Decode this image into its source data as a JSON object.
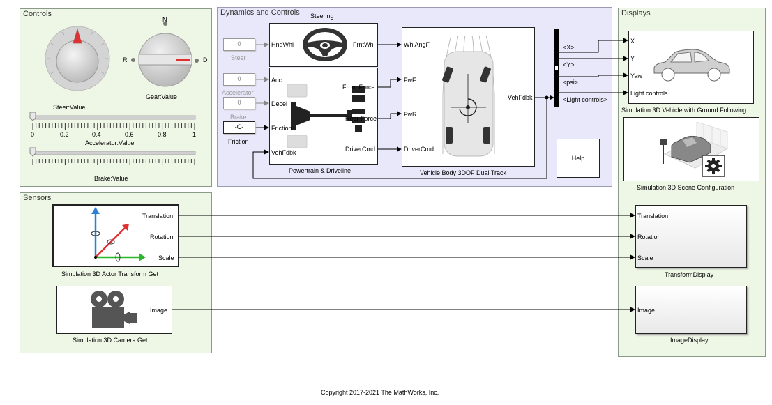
{
  "areas": {
    "controls": "Controls",
    "dynamics": "Dynamics and Controls",
    "displays": "Displays",
    "sensors": "Sensors"
  },
  "controls": {
    "steer_value": "Steer:Value",
    "gear_n": "N",
    "gear_r": "R",
    "gear_d": "D",
    "gear_value": "Gear:Value",
    "slider_ticks": [
      "0",
      "0.2",
      "0.4",
      "0.6",
      "0.8",
      "1"
    ],
    "accelerator_value": "Accelerator:Value",
    "brake_value": "Brake:Value"
  },
  "dynamics": {
    "steering_title": "Steering",
    "steer_const": "0",
    "steer_label": "Steer",
    "accel_const": "0",
    "accel_label": "Accelerator",
    "brake_const": "0",
    "brake_label": "Brake",
    "friction_const": "-C-",
    "friction_label": "Friction",
    "port_hndwhl": "HndWhl",
    "port_frntwhl": "FrntWhl",
    "port_acc": "Acc",
    "port_decel": "Decel",
    "port_friction": "Friction",
    "port_vehfdbk_in": "VehFdbk",
    "port_front_force": "Front Force",
    "port_rear_force": "Rear Force",
    "port_drivercmd_out": "DriverCmd",
    "powertrain_caption": "Powertrain & Driveline",
    "port_whlangf": "WhlAngF",
    "port_fwf": "FwF",
    "port_fwr": "FwR",
    "port_drivercmd_in": "DriverCmd",
    "port_vehfdbk_out": "VehFdbk",
    "vehicle_caption": "Vehicle Body 3DOF Dual Track",
    "bus_x": "<X>",
    "bus_y": "<Y>",
    "bus_psi": "<psi>",
    "bus_light": "<Light controls>",
    "help_label": "Help"
  },
  "displays": {
    "port_x": "X",
    "port_y": "Y",
    "port_yaw": "Yaw",
    "port_light": "Light controls",
    "vehicle3d_caption": "Simulation 3D Vehicle with Ground Following",
    "scene_caption": "Simulation 3D Scene Configuration",
    "td_translation": "Translation",
    "td_rotation": "Rotation",
    "td_scale": "Scale",
    "transform_caption": "TransformDisplay",
    "id_image": "Image",
    "image_caption": "ImageDisplay"
  },
  "sensors": {
    "port_translation": "Translation",
    "port_rotation": "Rotation",
    "port_scale": "Scale",
    "actor_caption": "Simulation 3D Actor Transform Get",
    "port_image": "Image",
    "camera_caption": "Simulation 3D Camera Get"
  },
  "copyright": "Copyright 2017-2021 The MathWorks, Inc."
}
